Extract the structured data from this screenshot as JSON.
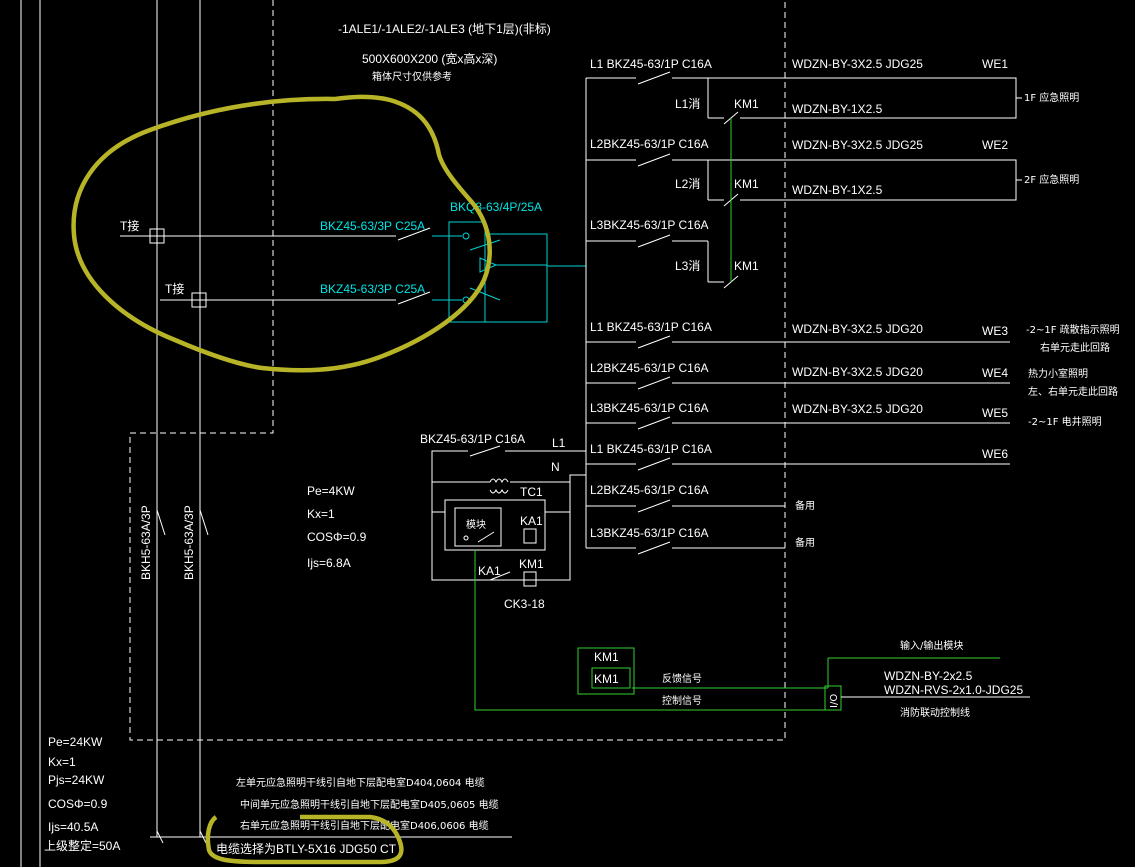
{
  "title": {
    "line1": "-1ALE1/-1ALE2/-1ALE3 (地下1层)(非标)",
    "line2": "500X600X200 (宽x高x深)",
    "line3": "箱体尺寸仅供参考"
  },
  "incoming": {
    "tjie1": "T接",
    "tjie2": "T接",
    "breaker1": "BKZ45-63/3P C25A",
    "breaker2": "BKZ45-63/3P C25A",
    "transfer": "BKQ8-63/4P/25A",
    "bkh1": "BKH5-63A/3P",
    "bkh2": "BKH5-63A/3P"
  },
  "circuits": [
    {
      "breaker": "L1 BKZ45-63/1P C16A",
      "cable": "WDZN-BY-3X2.5 JDG25",
      "id": "WE1"
    },
    {
      "breaker": "L2BKZ45-63/1P C16A",
      "cable": "WDZN-BY-3X2.5 JDG25",
      "id": "WE2"
    },
    {
      "breaker": "L3BKZ45-63/1P C16A"
    },
    {
      "breaker": "L1 BKZ45-63/1P C16A",
      "cable": "WDZN-BY-3X2.5 JDG20",
      "id": "WE3",
      "note1": "-2~1F 疏散指示照明",
      "note2": "右单元走此回路"
    },
    {
      "breaker": "L2BKZ45-63/1P C16A",
      "cable": "WDZN-BY-3X2.5 JDG20",
      "id": "WE4",
      "note1": "热力小室照明",
      "note2": "左、右单元走此回路"
    },
    {
      "breaker": "L3BKZ45-63/1P C16A",
      "cable": "WDZN-BY-3X2.5 JDG20",
      "id": "WE5",
      "note1": "-2~1F 电井照明"
    },
    {
      "breaker": "L1 BKZ45-63/1P C16A",
      "id": "WE6"
    },
    {
      "breaker": "L2BKZ45-63/1P C16A",
      "note1": "备用"
    },
    {
      "breaker": "L3BKZ45-63/1P C16A",
      "note1": "备用"
    }
  ],
  "fire_lines": [
    {
      "label": "L1消",
      "km": "KM1",
      "cable": "WDZN-BY-1X2.5"
    },
    {
      "label": "L2消",
      "km": "KM1",
      "cable": "WDZN-BY-1X2.5"
    },
    {
      "label": "L3消",
      "km": "KM1"
    }
  ],
  "floor_labels": [
    "1F 应急照明",
    "2F 应急照明"
  ],
  "box_params": {
    "pe": "Pe=4KW",
    "kx": "Kx=1",
    "cos": "COSΦ=0.9",
    "ijs": "Ijs=6.8A"
  },
  "control": {
    "breaker": "BKZ45-63/1P C16A",
    "l1": "L1",
    "n": "N",
    "tc1": "TC1",
    "ka1_coil": "KA1",
    "ka1_contact": "KA1",
    "km1_coil": "KM1",
    "box_label": "模块",
    "ck": "CK3-18"
  },
  "signals": {
    "km1a": "KM1",
    "km1b": "KM1",
    "feedback": "反馈信号",
    "control": "控制信号",
    "module_title": "输入/输出模块",
    "io": "I/O",
    "cable1": "WDZN-BY-2x2.5",
    "cable2": "WDZN-RVS-2x1.0-JDG25",
    "linkage": "消防联动控制线"
  },
  "main_params": {
    "pe": "Pe=24KW",
    "kx": "Kx=1",
    "pjs": "Pjs=24KW",
    "cos": "COSΦ=0.9",
    "ijs": "Ijs=40.5A",
    "setting": "上级整定=50A"
  },
  "notes": {
    "left": "左单元应急照明干线引自地下层配电室D404,0604 电缆",
    "middle": "中间单元应急照明干线引自地下层配电室D405,0605 电缆",
    "right": "右单元应急照明干线引自地下层配电室D406,0606 电缆",
    "cable": "电缆选择为BTLY-5X16 JDG50 CT"
  },
  "colors": {
    "cyan": "#00d4d4",
    "green": "#2fd12f",
    "highlight": "#b8b428"
  }
}
